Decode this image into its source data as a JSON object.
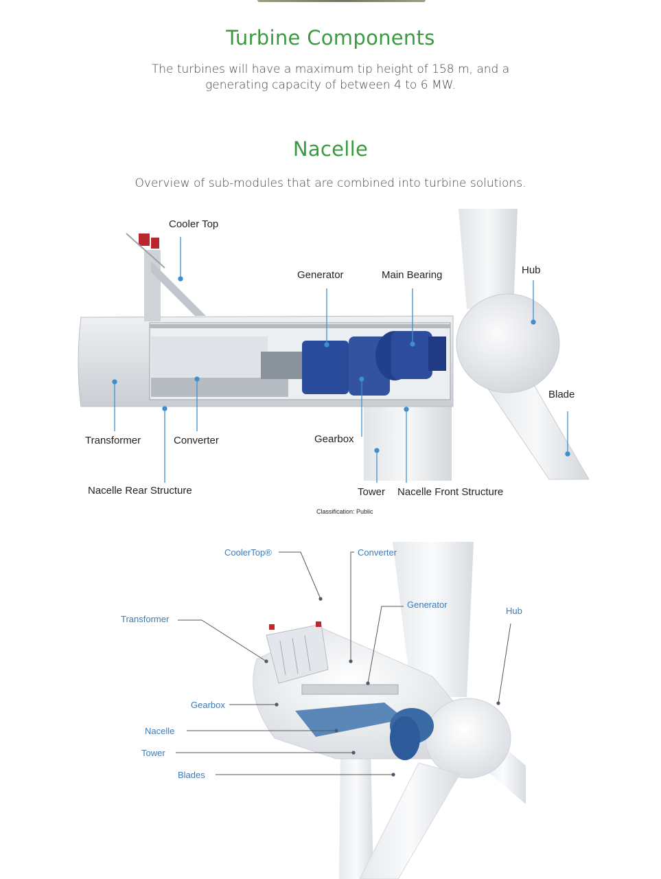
{
  "colors": {
    "heading_green": "#3a9a3f",
    "body_text": "#444444",
    "callout_line_1": "#3d8fd0",
    "callout_text_2": "#3d79b5",
    "callout_line_2": "#555555",
    "component_blue": "#2a4a9a"
  },
  "section_turbine": {
    "title": "Turbine Components",
    "desc_line1": "The turbines will have a maximum tip height of 158 m, and a",
    "desc_line2": "generating capacity of between 4 to 6 MW."
  },
  "section_nacelle": {
    "title": "Nacelle",
    "desc": "Overview of sub-modules that are combined into turbine solutions."
  },
  "diagram1": {
    "labels": {
      "cooler_top": "Cooler Top",
      "generator": "Generator",
      "main_bearing": "Main Bearing",
      "hub": "Hub",
      "blade": "Blade",
      "transformer": "Transformer",
      "converter": "Converter",
      "gearbox": "Gearbox",
      "nacelle_rear": "Nacelle Rear Structure",
      "tower": "Tower",
      "nacelle_front": "Nacelle Front Structure"
    },
    "classification": "Classification: Public"
  },
  "diagram2": {
    "labels": {
      "cooler_top": "CoolerTop®",
      "converter": "Converter",
      "generator": "Generator",
      "hub": "Hub",
      "transformer": "Transformer",
      "gearbox": "Gearbox",
      "nacelle": "Nacelle",
      "tower": "Tower",
      "blades": "Blades"
    }
  }
}
